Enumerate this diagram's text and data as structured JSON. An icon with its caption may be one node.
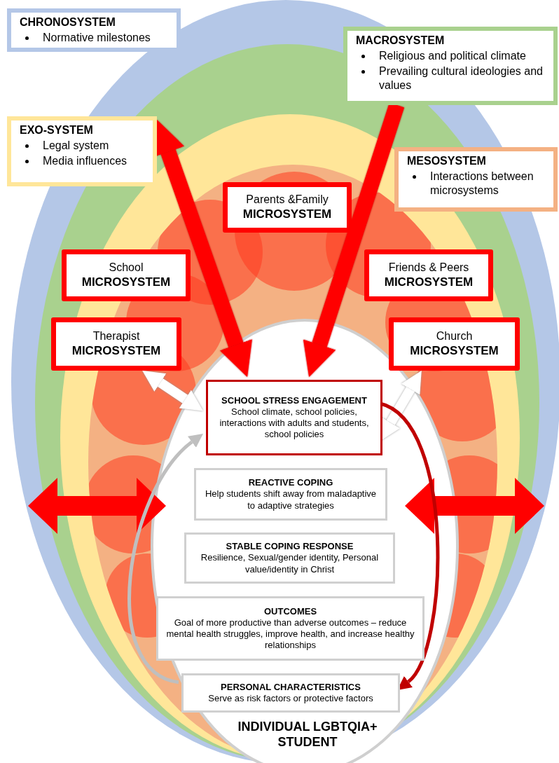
{
  "diagram": {
    "nodes": [
      {
        "text": [
          "CHRONOSYSTEM",
          "Normative milestones"
        ]
      },
      {
        "text": [
          "MACROSYSTEM",
          "Religious and political climate",
          "Prevailing cultural ideologies and values"
        ]
      },
      {
        "text": [
          "EXO-SYSTEM",
          "Legal system",
          "Media influences"
        ]
      },
      {
        "text": [
          "MESOSYSTEM",
          "Interactions between microsystems"
        ]
      },
      {
        "text": [
          "Parents &Family",
          "MICROSYSTEM"
        ]
      },
      {
        "text": [
          "School",
          "MICROSYSTEM"
        ]
      },
      {
        "text": [
          "Friends & Peers",
          "MICROSYSTEM"
        ]
      },
      {
        "text": [
          "Therapist",
          "MICROSYSTEM"
        ]
      },
      {
        "text": [
          "Church",
          "MICROSYSTEM"
        ]
      },
      {
        "text": [
          "INDIVIDUAL LGBTQIA+ STUDENT"
        ]
      },
      {
        "text": [
          "SCHOOL STRESS ENGAGEMENT",
          "School climate, school policies, interactions with adults and students, school policies"
        ],
        "in": 9
      },
      {
        "text": [
          "REACTIVE COPING",
          "Help students shift away from maladaptive to adaptive strategies"
        ],
        "in": 9
      },
      {
        "text": [
          "STABLE COPING RESPONSE",
          "Resilience, Sexual/gender identity, Personal value/identity in Christ"
        ],
        "in": 9
      },
      {
        "text": [
          "OUTCOMES",
          "Goal of more productive than adverse outcomes – reduce mental health struggles, improve health, and increase healthy relationships"
        ],
        "in": 9
      },
      {
        "text": [
          "PERSONAL CHARACTERISTICS",
          "Serve as risk factors or protective factors"
        ],
        "in": 9
      }
    ],
    "edges": [
      {
        "from": 2,
        "to": 10,
        "arrow": "both"
      },
      {
        "from": 1,
        "to": 10,
        "arrow": "to"
      },
      {
        "from": 7,
        "to": 10,
        "arrow": "both",
        "color": "#ffffff"
      },
      {
        "from": 8,
        "to": 10,
        "arrow": "both",
        "color": "#ffffff"
      },
      {
        "from": 10,
        "to": 14,
        "arrow": "to",
        "color": "#c00000"
      },
      {
        "from": 14,
        "to": 10,
        "arrow": "to",
        "color": "#bfbfbf"
      }
    ]
  }
}
